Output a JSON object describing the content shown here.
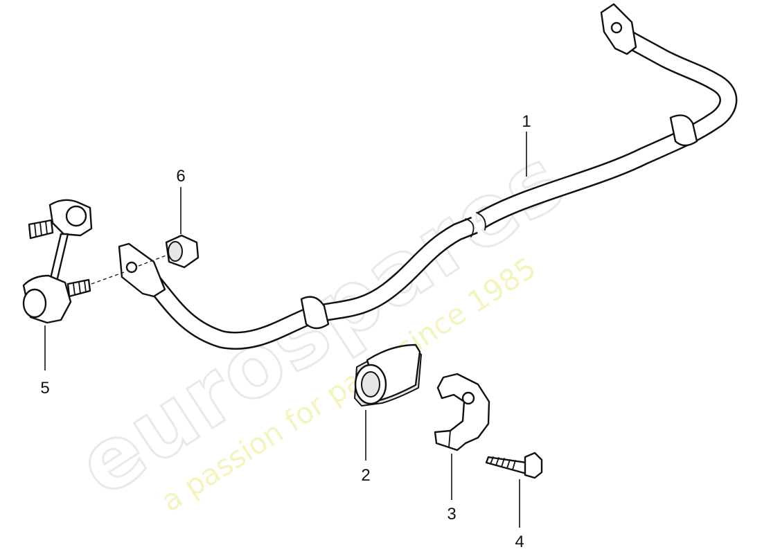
{
  "watermark": {
    "brand": "eurospares",
    "tagline": "a passion for parts since 1985"
  },
  "callouts": [
    {
      "id": "1",
      "label": "1"
    },
    {
      "id": "2",
      "label": "2"
    },
    {
      "id": "3",
      "label": "3"
    },
    {
      "id": "4",
      "label": "4"
    },
    {
      "id": "5",
      "label": "5"
    },
    {
      "id": "6",
      "label": "6"
    }
  ]
}
